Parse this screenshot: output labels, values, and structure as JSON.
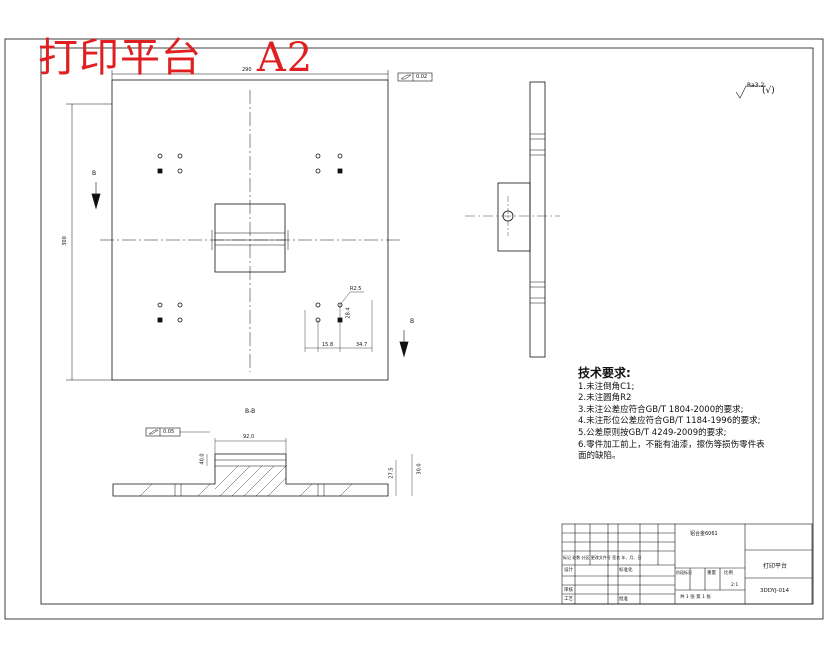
{
  "stamp": {
    "title": "打印平台    A2"
  },
  "roughness": {
    "symbol": "√",
    "value": "Ra3.2",
    "suffix": "(√)"
  },
  "views": {
    "section_label": "B-B",
    "cut_mark_left": "B",
    "cut_mark_right": "B",
    "flatness_top": "0.02",
    "flatness_section": "0.05"
  },
  "dimensions": {
    "top_width": "290",
    "left_height": "300",
    "hole_radius": "R2.5",
    "dim_a": "15.8",
    "dim_b": "34.7",
    "dim_c": "28.4",
    "section_width": "92.0",
    "section_height_a": "27.5",
    "section_height_b": "30.0",
    "section_small": "40.0"
  },
  "notes": {
    "heading": "技术要求:",
    "lines": [
      "1.未注倒角C1;",
      "2.未注圆角R2",
      "3.未注公差应符合GB/T 1804-2000的要求;",
      "4.未注形位公差应符合GB/T 1184-1996的要求;",
      "5.公差原则按GB/T 4249-2009的要求;",
      "6.零件加工前上，不能有油漆，擦伤等损伤零件表",
      "  面的缺陷。"
    ]
  },
  "title_block": {
    "material": "铝合金6061",
    "part_name": "打印平台",
    "drawing_no": "3DDYJ-014",
    "scale": "2:1",
    "col_headers": "标记 处数 分区 更改文件号 签名 年、月、日",
    "designer": "设计",
    "standard": "标准化",
    "check": "审核",
    "craft": "工艺",
    "approve": "批准",
    "stage": "阶段标记",
    "weight": "重量",
    "ratio": "比例",
    "sheets": "共 1 张  第 1 张"
  },
  "colors": {
    "line": "#111111",
    "stamp": "#e02020",
    "paper": "#ffffff"
  }
}
